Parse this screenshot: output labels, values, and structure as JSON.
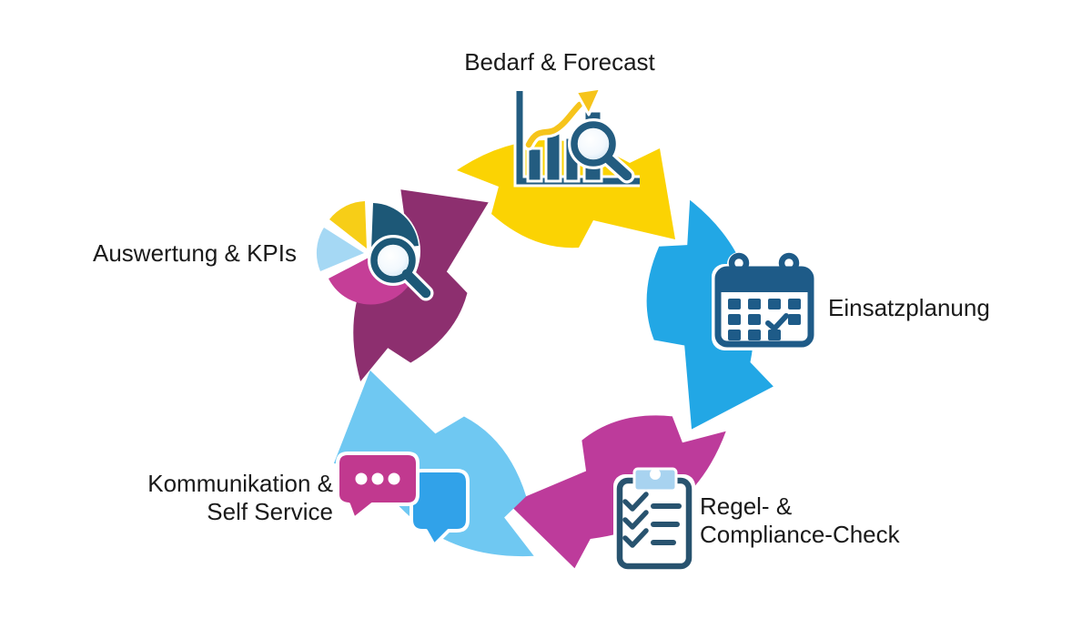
{
  "diagram": {
    "type": "cycle",
    "stages": [
      {
        "id": "bedarf-forecast",
        "label": "Bedarf & Forecast",
        "icon": "chart-search-icon",
        "arrow_color": "#FBD303"
      },
      {
        "id": "einsatzplanung",
        "label": "Einsatzplanung",
        "icon": "calendar-icon",
        "arrow_color": "#22A7E5"
      },
      {
        "id": "regel-compliance-check",
        "label": "Regel- &\nCompliance-Check",
        "icon": "clipboard-checklist-icon",
        "arrow_color": "#BD3B9B"
      },
      {
        "id": "kommunikation-self-service",
        "label": "Kommunikation &\nSelf Service",
        "icon": "speech-bubbles-icon",
        "arrow_color": "#6FC8F2"
      },
      {
        "id": "auswertung-kpis",
        "label": "Auswertung & KPIs",
        "icon": "pie-chart-search-icon",
        "arrow_color": "#8D2F6F"
      }
    ],
    "palette": {
      "background": "#FFFFFF",
      "text": "#1A1A1A",
      "icon_dark_blue": "#1E5B88",
      "chart_dark_blue": "#235C80",
      "clipboard_dark_blue": "#28536F",
      "clip_light_blue": "#A8D3F0",
      "trend_yellow": "#F6C41B",
      "pie_yellow": "#F7CE17",
      "pie_dark_blue": "#1D5877",
      "pie_light_blue": "#A5D8F4",
      "pie_magenta": "#C53E97",
      "bubble_magenta": "#C1398F",
      "bubble_blue": "#31A2E9"
    }
  }
}
